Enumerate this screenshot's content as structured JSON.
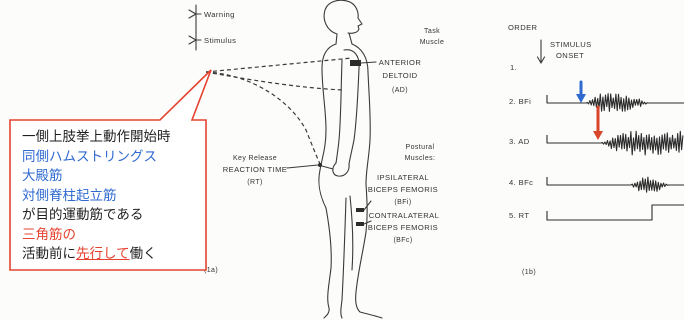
{
  "figure_a": {
    "signal_labels": {
      "warning": "Warning",
      "stimulus": "Stimulus"
    },
    "task_muscle_heading": [
      "Task",
      "Muscle"
    ],
    "anterior_deltoid": [
      "ANTERIOR",
      "DELTOID",
      "(AD)"
    ],
    "postural_heading": [
      "Postural",
      "Muscles:"
    ],
    "ipsilateral": [
      "IPSILATERAL",
      "BICEPS FEMORIS",
      "(BFi)"
    ],
    "contralateral": [
      "CONTRALATERAL",
      "BICEPS FEMORIS",
      "(BFc)"
    ],
    "key_release": [
      "Key Release",
      "REACTION TIME",
      "(RT)"
    ],
    "panel_label": "(1a)"
  },
  "figure_b": {
    "order_heading": "ORDER",
    "stimulus_onset": [
      "STIMULUS",
      "ONSET"
    ],
    "rows": [
      {
        "label": "1."
      },
      {
        "label": "2. BFi"
      },
      {
        "label": "3. AD"
      },
      {
        "label": "4. BFc"
      },
      {
        "label": "5. RT"
      }
    ],
    "panel_label": "(1b)"
  },
  "callout": {
    "lines": [
      {
        "segments": [
          {
            "text": "一側上肢挙上動作開始時",
            "tone": "black"
          }
        ]
      },
      {
        "segments": [
          {
            "text": "同側ハムストリングス",
            "tone": "blue"
          }
        ]
      },
      {
        "segments": [
          {
            "text": "大殿筋",
            "tone": "blue"
          }
        ]
      },
      {
        "segments": [
          {
            "text": "対側脊柱起立筋",
            "tone": "blue"
          }
        ]
      },
      {
        "segments": [
          {
            "text": "が目的運動筋である",
            "tone": "black"
          }
        ]
      },
      {
        "segments": [
          {
            "text": "三角筋の",
            "tone": "red"
          }
        ]
      },
      {
        "segments": [
          {
            "text": "活動前に",
            "tone": "black"
          },
          {
            "text": "先行して",
            "tone": "red-underline"
          },
          {
            "text": "働く",
            "tone": "black"
          }
        ]
      }
    ]
  },
  "colors": {
    "ink": "#333333",
    "black": "#1f1f1f",
    "blue": "#2f6ad0",
    "red": "#e5432f",
    "callout_border": "#e5432f",
    "bfi_onset_arrow": "#2f6ad0",
    "ad_onset_arrow": "#d9452a"
  }
}
